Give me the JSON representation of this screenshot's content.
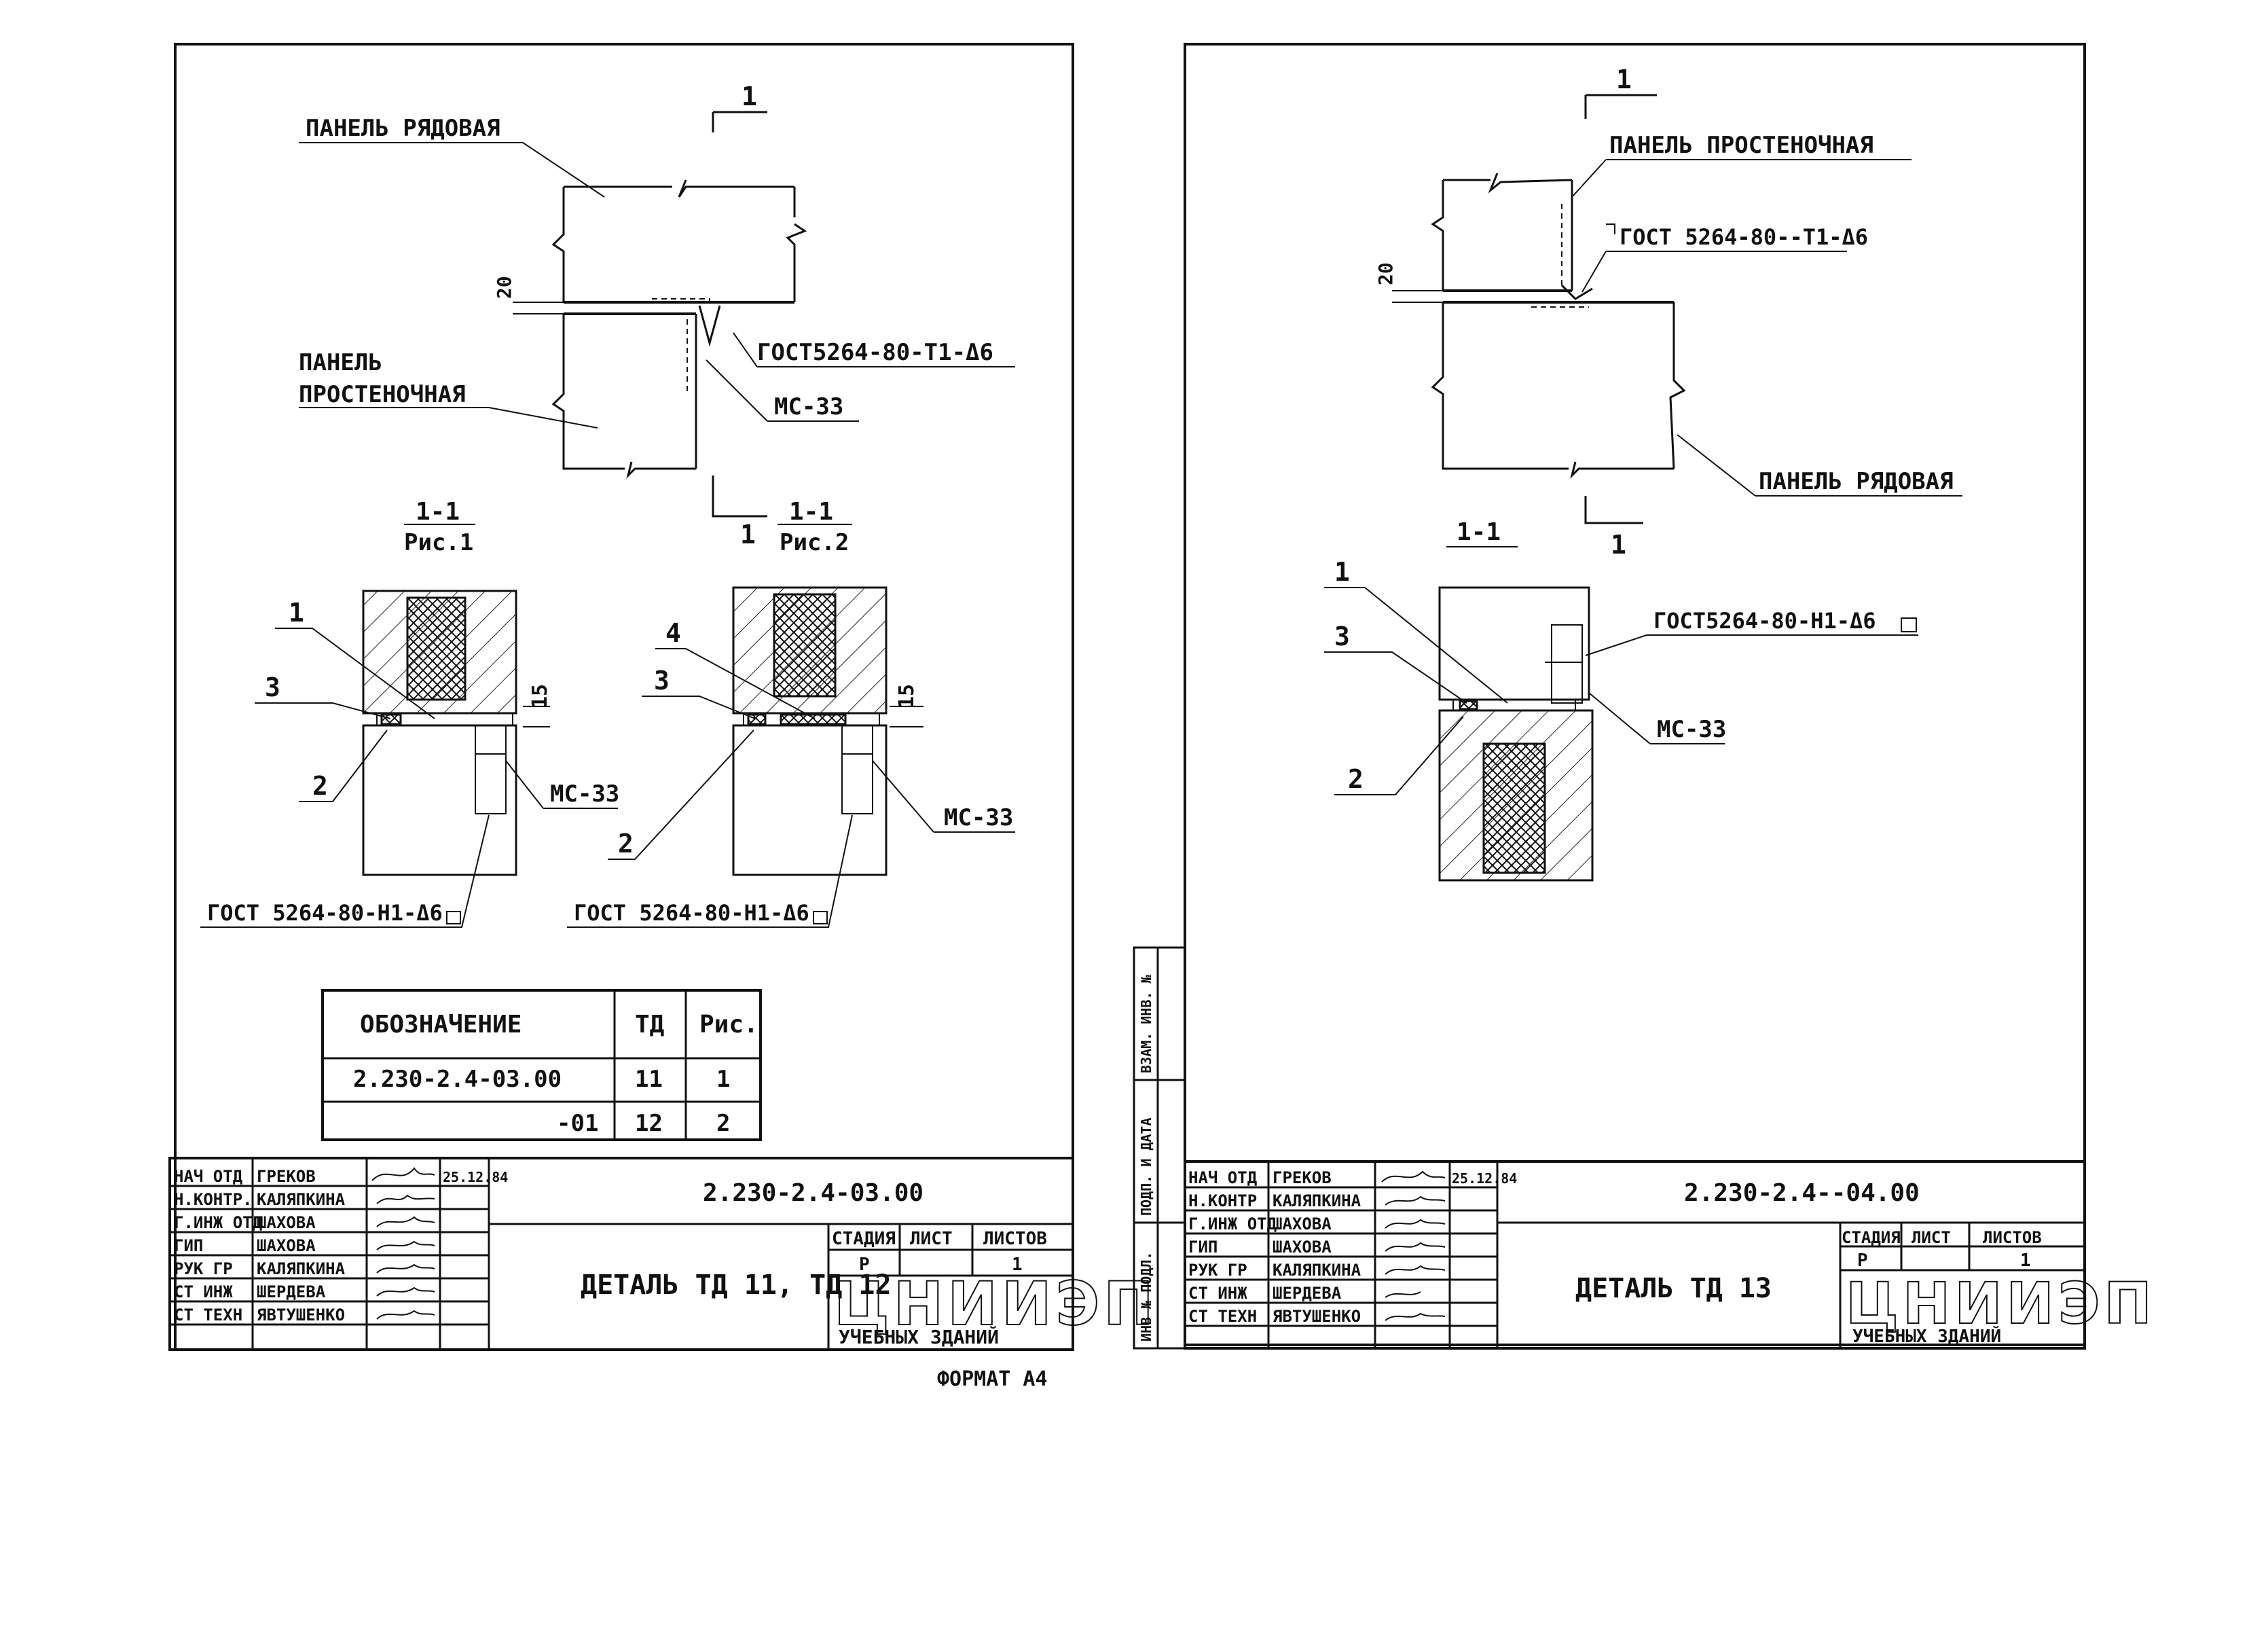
{
  "sheet_left": {
    "plan": {
      "section_mark_top": "1",
      "section_mark_bottom": "1",
      "label_panel_row": "ПАНЕЛЬ РЯДОВАЯ",
      "label_panel_pier_1": "ПАНЕЛЬ",
      "label_panel_pier_2": "ПРОСТЕНОЧНАЯ",
      "weld_label": "ГОСТ5264-80-Т1-Δ6",
      "embedded_label": "МС-33",
      "dim_20": "20"
    },
    "fig1": {
      "section_title": "1-1",
      "fig_title": "Рис.1",
      "callout_1": "1",
      "callout_2": "2",
      "callout_3": "3",
      "dim_15": "15",
      "embedded_label": "МС-33",
      "weld_label": "ГОСТ 5264-80-Н1-Δ6"
    },
    "fig2": {
      "section_title": "1-1",
      "fig_title": "Рис.2",
      "callout_2": "2",
      "callout_3": "3",
      "callout_4": "4",
      "dim_15": "15",
      "embedded_label": "МС-33",
      "weld_label": "ГОСТ 5264-80-Н1-Δ6"
    },
    "table": {
      "headers": [
        "ОБОЗНАЧЕНИЕ",
        "ТД",
        "Рис."
      ],
      "rows": [
        [
          "2.230-2.4-03.00",
          "11",
          "1"
        ],
        [
          "-01",
          "12",
          "2"
        ]
      ]
    },
    "title_block": {
      "doc_code": "2.230-2.4-03.00",
      "roles": [
        "НАЧ ОТД",
        "Н.КОНТР.",
        "Г.ИНЖ ОТД",
        "ГИП",
        "РУК ГР",
        "СТ ИНЖ",
        "СТ ТЕХН"
      ],
      "names": [
        "ГРЕКОВ",
        "КАЛЯПКИНА",
        "ШАХОВА",
        "ШАХОВА",
        "КАЛЯПКИНА",
        "ШЕРДЕВА",
        "ЯВТУШЕНКО"
      ],
      "date": "25.12.84",
      "title": "ДЕТАЛЬ ТД 11, ТД 12",
      "stage_header": "СТАДИЯ",
      "sheet_header": "ЛИСТ",
      "sheets_header": "ЛИСТОВ",
      "stage_value": "Р",
      "sheets_value": "1",
      "org_logo": "ЦНИИЭП",
      "org_sub": "УЧЕБНЫХ ЗДАНИЙ"
    },
    "format_note": "ФОРМАТ А4"
  },
  "sheet_right": {
    "plan": {
      "section_mark_top": "1",
      "section_mark_bottom": "1",
      "label_panel_pier": "ПАНЕЛЬ ПРОСТЕНОЧНАЯ",
      "weld_label": "ГОСТ 5264-80--Т1-Δ6",
      "label_panel_row": "ПАНЕЛЬ РЯДОВАЯ",
      "dim_20": "20"
    },
    "section": {
      "section_title": "1-1",
      "callout_1": "1",
      "callout_2": "2",
      "callout_3": "3",
      "weld_label": "ГОСТ5264-80-Н1-Δ6",
      "embedded_label": "МС-33"
    },
    "side_strip": [
      "ИНВ № ПОДЛ.",
      "ПОДП. И ДАТА",
      "ВЗАМ. ИНВ. №"
    ],
    "title_block": {
      "doc_code": "2.230-2.4--04.00",
      "roles": [
        "НАЧ ОТД",
        "Н.КОНТР",
        "Г.ИНЖ ОТД",
        "ГИП",
        "РУК ГР",
        "СТ ИНЖ",
        "СТ ТЕХН"
      ],
      "names": [
        "ГРЕКОВ",
        "КАЛЯПКИНА",
        "ШАХОВА",
        "ШАХОВА",
        "КАЛЯПКИНА",
        "ШЕРДЕВА",
        "ЯВТУШЕНКО"
      ],
      "date": "25.12.84",
      "title": "ДЕТАЛЬ ТД 13",
      "stage_header": "СТАДИЯ",
      "sheet_header": "ЛИСТ",
      "sheets_header": "ЛИСТОВ",
      "stage_value": "Р",
      "sheets_value": "1",
      "org_logo": "ЦНИИЭП",
      "org_sub": "УЧЕБНЫХ ЗДАНИЙ"
    }
  }
}
